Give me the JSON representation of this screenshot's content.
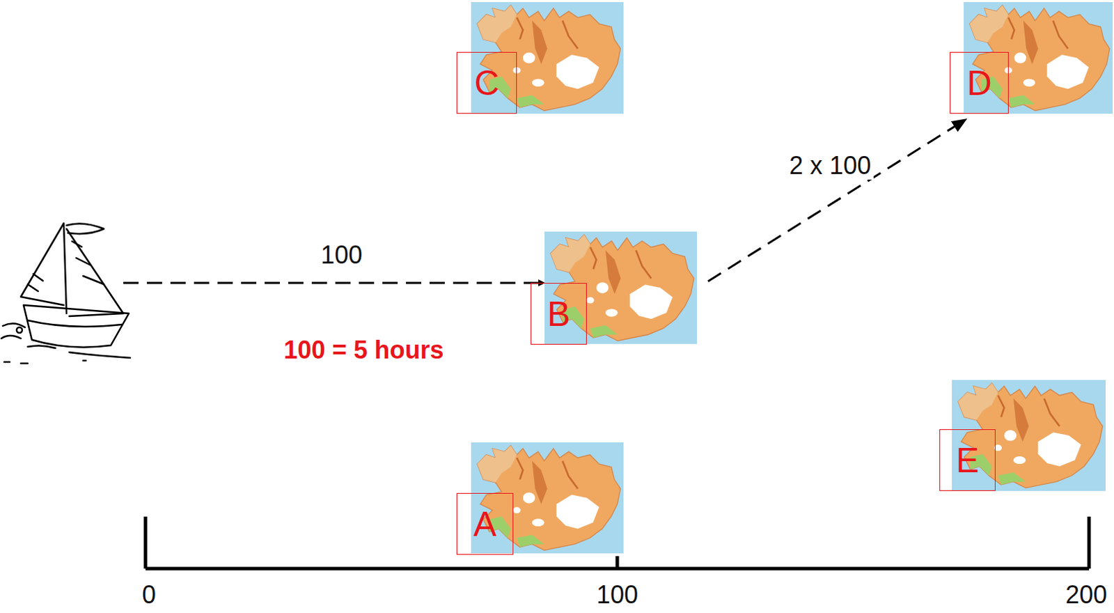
{
  "diagram": {
    "nodes": [
      {
        "text": [
          "C"
        ]
      },
      {
        "text": [
          "D"
        ]
      },
      {
        "text": [
          "B"
        ]
      },
      {
        "text": [
          "E"
        ]
      },
      {
        "text": [
          "A"
        ]
      }
    ],
    "edges": [
      {
        "from": 2,
        "to": 1,
        "arrow": "to",
        "label": "2 x 100"
      }
    ],
    "labels": [
      "100",
      "100  = 5 hours",
      "0",
      "100",
      "200"
    ]
  }
}
